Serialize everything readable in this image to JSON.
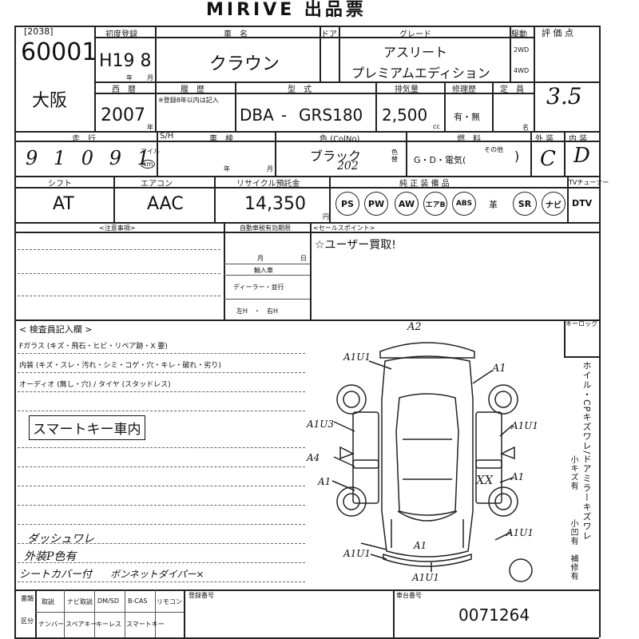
{
  "title": "MIRIVE 出品票",
  "corner_code": "[2038]",
  "lot_number": "60001",
  "venue": "大阪",
  "headers": {
    "reg_date": "初度登録",
    "car_name": "車　名",
    "door": "ドア",
    "grade": "グレード",
    "drive": "駆動",
    "score": "評 価 点",
    "year": "西　暦",
    "history": "履　歴",
    "history_sub": "※登録8年以内は記入",
    "model": "型　式",
    "displacement": "排気量",
    "repair": "修理歴",
    "capacity": "定　員",
    "mileage": "走　行",
    "sh": "S/H",
    "inspection": "車　検",
    "color": "色 (ColNo)",
    "fuel": "燃　料",
    "exterior": "外 装",
    "interior": "内 装",
    "shift": "シフト",
    "ac": "エアコン",
    "recycle": "リサイクル預託金",
    "equipment": "純 正 装 備 品",
    "tuner": "TVチューナー"
  },
  "values": {
    "reg_date": "H19 8",
    "era_unit_year": "年",
    "era_unit_month": "月",
    "car_name": "クラウン",
    "grade_line1": "アスリート",
    "grade_line2": "プレミアムエディション",
    "drive_2wd": "2WD",
    "drive_4wd": "4WD",
    "score": "3.5",
    "year": "2007",
    "year_unit": "年",
    "model_prefix": "DBA",
    "model_dash": "-",
    "model_code": "GRS180",
    "displacement": "2,500",
    "displacement_unit": "cc",
    "repair": "有・無",
    "capacity_unit": "名",
    "mileage": "9 1 0 9 1",
    "mileage_units_top": "マイル",
    "mileage_units_bottom": "km",
    "inspection_year": "年",
    "inspection_month": "月",
    "color": "ブラック",
    "color_no": "202",
    "color_label": "色替",
    "fuel": "G・D・電気(",
    "fuel_other": "その他",
    "fuel_close": ")",
    "exterior": "C",
    "interior": "D",
    "shift": "AT",
    "ac": "AAC",
    "recycle": "14,350",
    "recycle_unit": "円",
    "tv": "DTV",
    "leather": "革"
  },
  "equipment": [
    "PS",
    "PW",
    "AW",
    "エアB",
    "ABS",
    "SR",
    "ナビ"
  ],
  "notes": {
    "caution_label": "<注意事項>",
    "expiry_label": "自動車税有効期限",
    "month": "月",
    "day": "日",
    "import_label": "輸入車",
    "dealer": "ディーラー・並行",
    "handle": "左H　・　右H",
    "sales_label": "<セールスポイント>",
    "sales_text": "☆ユーザー買取!",
    "inspector_label": "< 検査員記入欄 >",
    "glass_line": "Fガラス (キズ・飛石・ヒビ・リペア跡・X 要)",
    "interior_line": "内装 (キズ・スレ・汚れ・シミ・コゲ・穴・キレ・破れ・劣り)",
    "audio_line": "オーディオ (無し・穴) / タイヤ (スタッドレス)",
    "boxed_note": "スマートキー車内",
    "hand_note1": "ダッシュワレ",
    "hand_note2": "外装P色有",
    "hand_note3": "シートカバー付",
    "hand_note4": "ボンネットダイパー×",
    "right_vertical": "ホイル・CPキズワレ/ドアミラーキズワレ",
    "right_sub1": "小キズ有",
    "right_sub2": "小凹有",
    "right_sub3": "補修有",
    "keylock": "キーロック"
  },
  "diagram_marks": [
    "A2",
    "A1U1",
    "A1",
    "A1U3",
    "A1U1",
    "A4",
    "A1",
    "XX",
    "A1",
    "A1U1",
    "A1",
    "A1U1",
    "A1U1"
  ],
  "bottom": {
    "doc_label1": "書類",
    "doc_label2": "区分",
    "row1": [
      "取説",
      "ナビ取説",
      "DM/SD",
      "B-CAS",
      "リモコン"
    ],
    "row2": [
      "ナンバー",
      "スペアキー",
      "キーレス",
      "スマートキー"
    ],
    "reg_no_label": "登録番号",
    "chassis_label": "車台番号",
    "chassis_no": "0071264"
  }
}
